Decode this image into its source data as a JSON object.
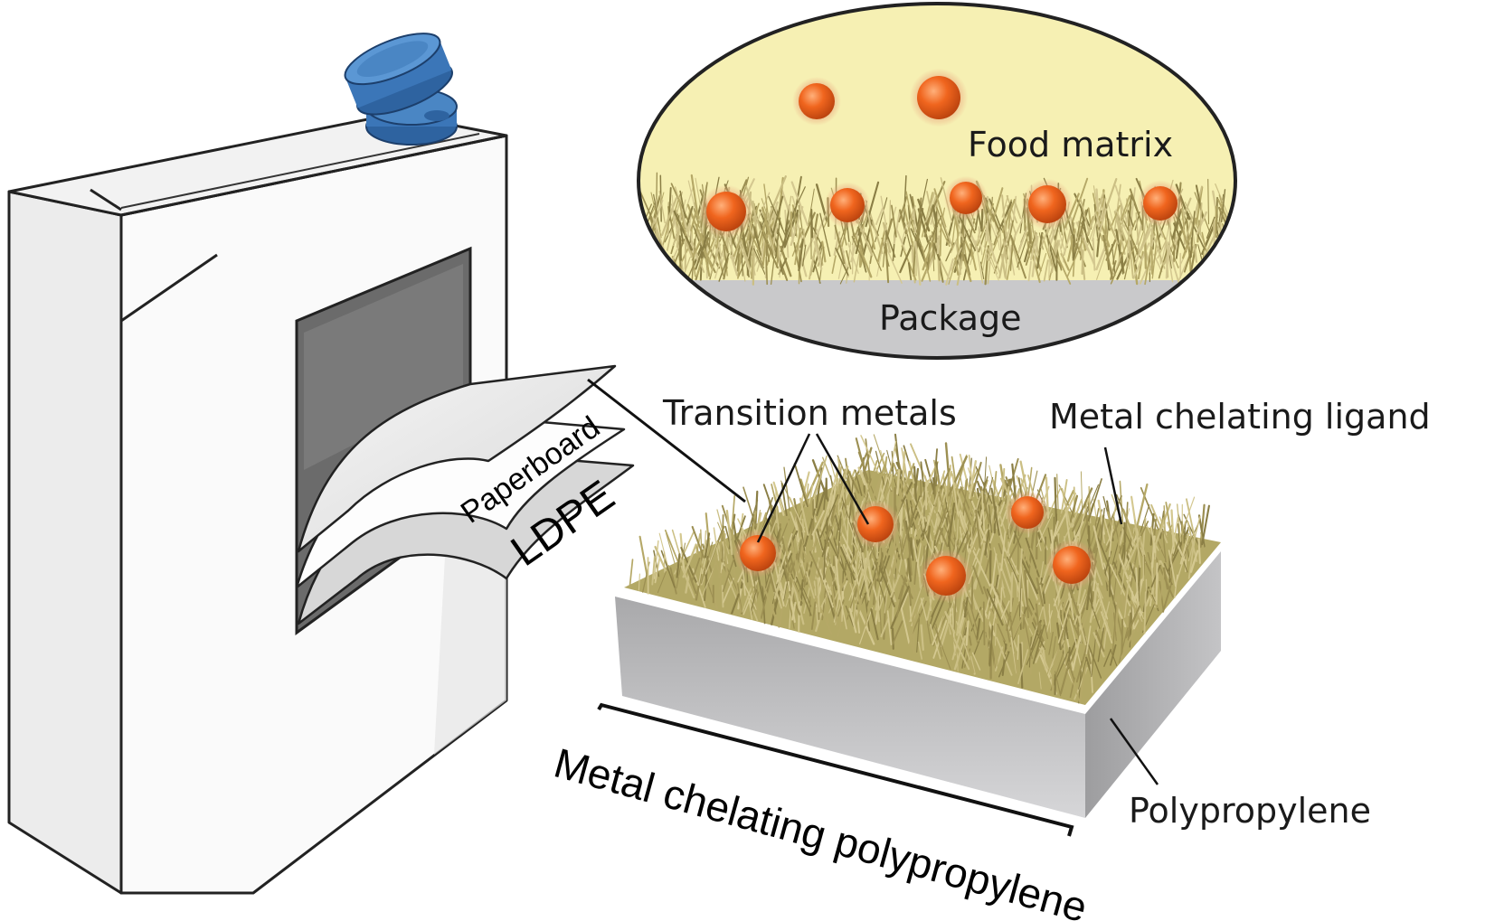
{
  "labels": {
    "food_matrix": "Food matrix",
    "package": "Package",
    "transition_metals": "Transition metals",
    "metal_chelating_ligand": "Metal chelating ligand",
    "paperboard": "Paperboard",
    "ldpe": "LDPE",
    "polypropylene": "Polypropylene",
    "metal_chelating_polypropylene": "Metal chelating polypropylene"
  },
  "colors": {
    "food_matrix_fill": "#f6f0b3",
    "package_fill": "#c9c9cb",
    "fiber": "#b5a867",
    "particle": "#f0651e",
    "cap": "#4a86c4",
    "carton_face": "#f4f4f4",
    "carton_side": "#e2e2e2",
    "window": "#6b6b6b"
  },
  "icons": {
    "cap": "bottle-cap-icon",
    "particle": "metal-ion-sphere-icon"
  }
}
